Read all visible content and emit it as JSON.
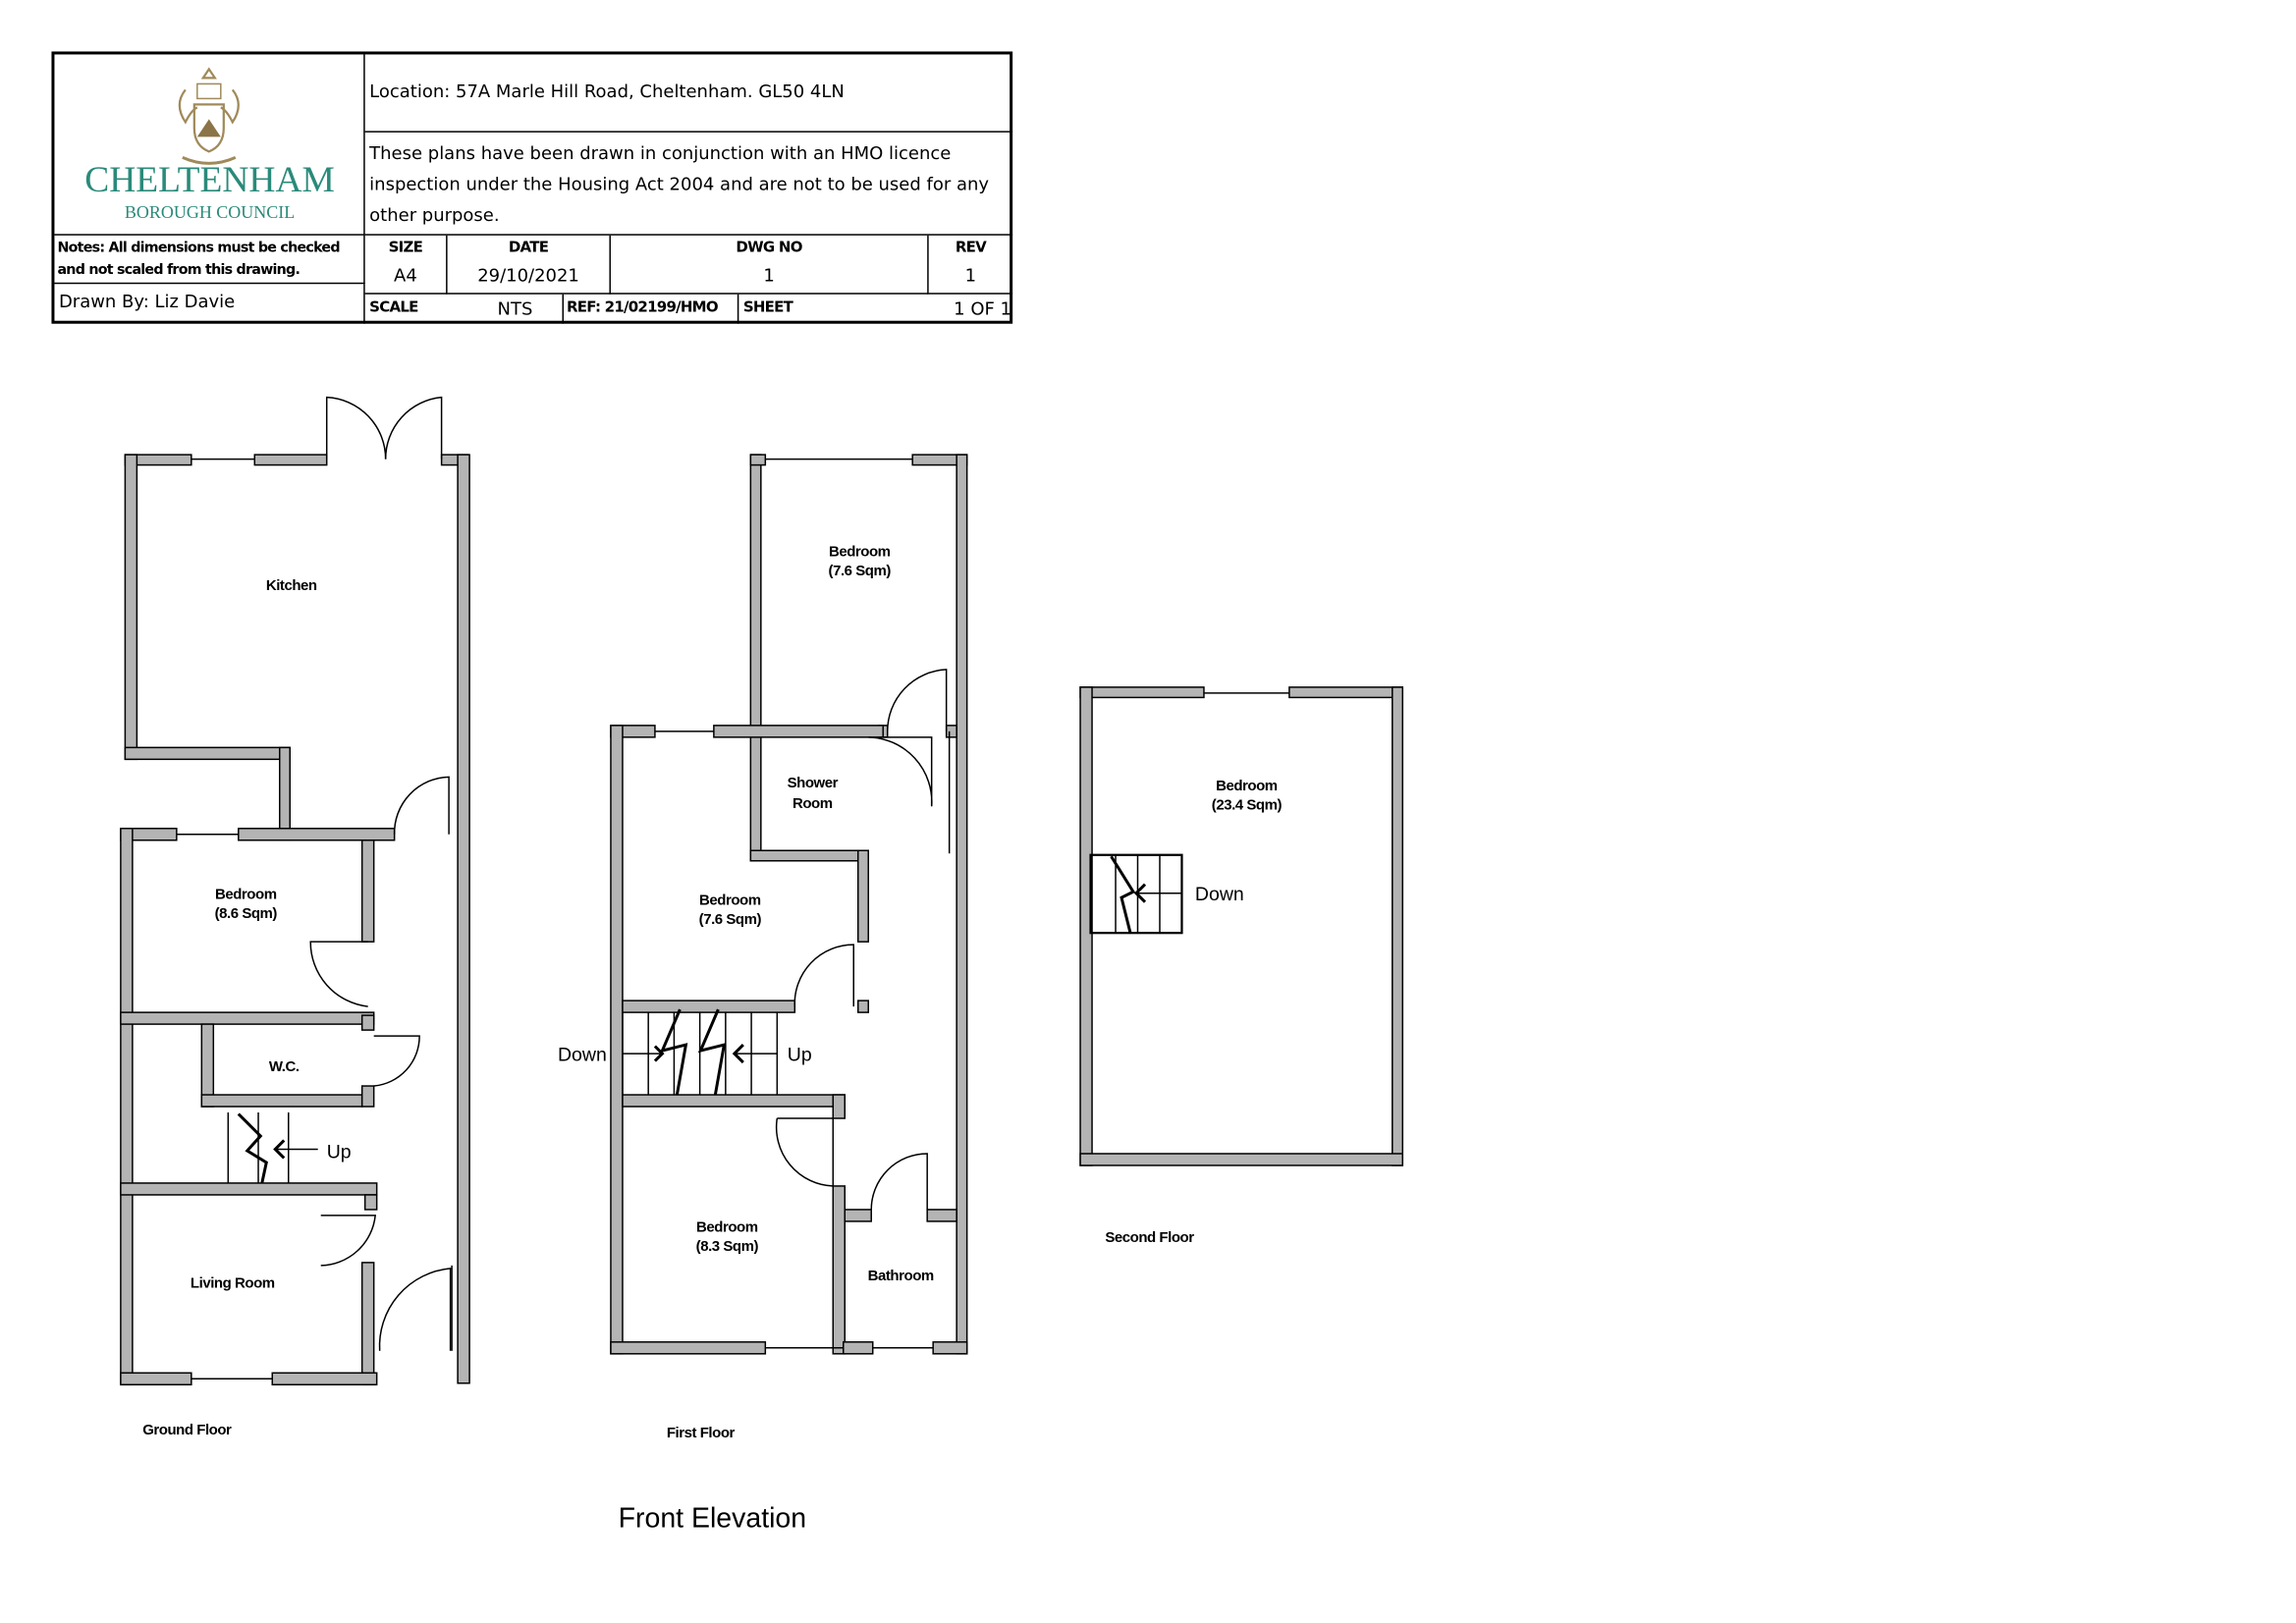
{
  "title_block": {
    "logo": {
      "name": "CHELTENHAM",
      "subtitle": "BOROUGH COUNCIL",
      "color": "#2a8a7a"
    },
    "location": "Location:  57A Marle Hill Road, Cheltenham. GL50 4LN",
    "disclaimer": "These plans have been drawn in conjunction with an HMO licence inspection under the Housing Act 2004 and are not to be used for any other purpose.",
    "notes": "Notes: All dimensions must be checked and not scaled from this drawing.",
    "drawn_by": "Drawn By: Liz Davie",
    "size_label": "SIZE",
    "size": "A4",
    "date_label": "DATE",
    "date": "29/10/2021",
    "dwg_label": "DWG NO",
    "dwg": "1",
    "rev_label": "REV",
    "rev": "1",
    "scale_label": "SCALE",
    "scale": "NTS",
    "ref": "REF: 21/02199/HMO",
    "sheet_label": "SHEET",
    "sheet": "1 OF 1"
  },
  "ground_floor": {
    "caption": "Ground Floor",
    "rooms": [
      "Kitchen",
      "Bedroom",
      "(8.6 Sqm)",
      "W.C.",
      "Living Room"
    ],
    "stair": "Up"
  },
  "first_floor": {
    "caption": "First Floor",
    "rooms": [
      "Bedroom",
      "(7.6 Sqm)",
      "Shower",
      "Room",
      "Bedroom",
      "(7.6 Sqm)",
      "Bedroom",
      "(8.3 Sqm)",
      "Bathroom"
    ],
    "stair_down": "Down",
    "stair_up": "Up"
  },
  "second_floor": {
    "caption": "Second Floor",
    "rooms": [
      "Bedroom",
      "(23.4 Sqm)"
    ],
    "stair": "Down"
  },
  "front_elevation": "Front Elevation",
  "colors": {
    "wall": "#b4b4b4",
    "line": "#000000"
  }
}
